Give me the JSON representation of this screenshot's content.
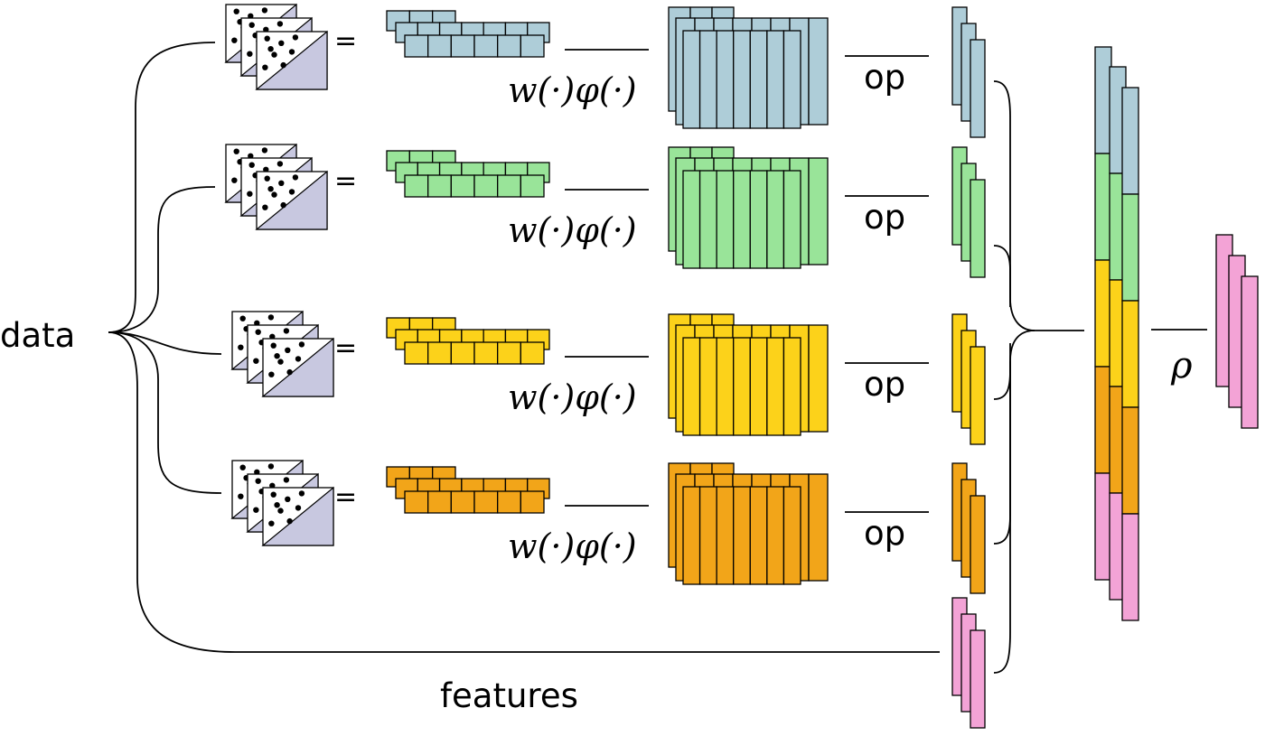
{
  "labels": {
    "data": "data",
    "features": "features",
    "op": "op",
    "transform": "w(·)φ(·)",
    "equals": "=",
    "rho": "ρ"
  },
  "colors": {
    "blue": "#aecdd8",
    "green": "#99e499",
    "yellow": "#fcd21a",
    "orange": "#f2a519",
    "pink": "#f3a3d6",
    "tile_shade": "#c8c8e0",
    "tile_bg": "#ffffff"
  },
  "rows": [
    {
      "color_key": "blue"
    },
    {
      "color_key": "green"
    },
    {
      "color_key": "yellow"
    },
    {
      "color_key": "orange"
    }
  ],
  "feature_color_key": "pink",
  "concat_color_keys": [
    "blue",
    "green",
    "yellow",
    "orange",
    "pink"
  ],
  "output_color_key": "pink",
  "icons": [
    "data-tile-stack-icon"
  ]
}
